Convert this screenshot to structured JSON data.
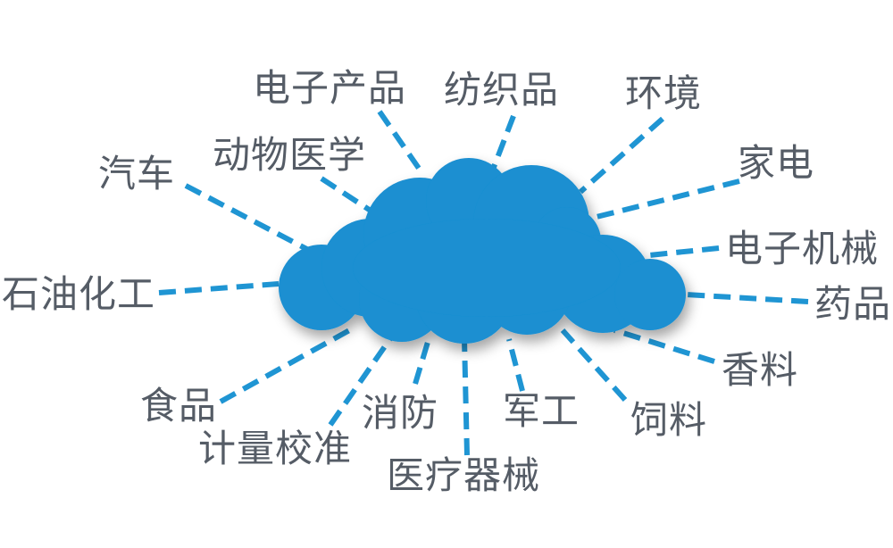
{
  "colors": {
    "cloud": "#1a8fd1",
    "cloud_edge": "#1676b0",
    "connector": "#1f95d3",
    "label_text": "#555c66"
  },
  "labels": {
    "electronics": "电子产品",
    "textiles": "纺织品",
    "environment": "环境",
    "animal_medicine": "动物医学",
    "automotive": "汽车",
    "home_appliances": "家电",
    "electromechanical": "电子机械",
    "petrochemical": "石油化工",
    "pharmaceuticals": "药品",
    "food": "食品",
    "fragrance": "香料",
    "metrology": "计量校准",
    "fire_protection": "消防",
    "military": "军工",
    "feed": "饲料",
    "medical_devices": "医疗器械"
  }
}
